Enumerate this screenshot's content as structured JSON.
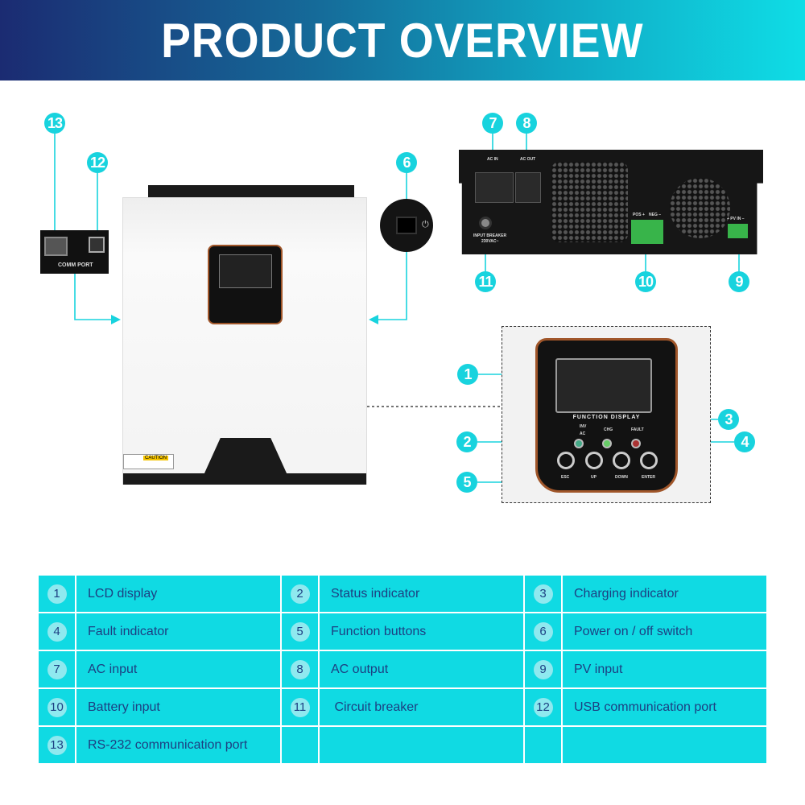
{
  "header": {
    "title": "PRODUCT OVERVIEW"
  },
  "colors": {
    "accent": "#18d3de",
    "table_bg": "#10dae3",
    "table_text": "#1d3f82",
    "header_start": "#1b2b72",
    "header_end": "#0fdde6"
  },
  "device": {
    "comm_port_label": "COMM PORT",
    "caution_label": "CAUTION",
    "rear_labels": {
      "ac_in": "AC IN",
      "ac_out": "AC OUT",
      "pos": "POS +",
      "neg": "NEG −",
      "pv_in": "+ PV IN −",
      "breaker": "INPUT BREAKER",
      "breaker_rating": "230VAC~"
    },
    "panel": {
      "title": "FUNCTION DISPLAY",
      "inv": "INV",
      "ac": "AC",
      "chg": "CHG",
      "fault": "FAULT",
      "buttons": [
        "ESC",
        "UP",
        "DOWN",
        "ENTER"
      ]
    }
  },
  "callouts": [
    "1",
    "2",
    "3",
    "4",
    "5",
    "6",
    "7",
    "8",
    "9",
    "10",
    "11",
    "12",
    "13"
  ],
  "legend": [
    {
      "n": "1",
      "label": "LCD display"
    },
    {
      "n": "2",
      "label": "Status indicator"
    },
    {
      "n": "3",
      "label": "Charging indicator"
    },
    {
      "n": "4",
      "label": "Fault indicator"
    },
    {
      "n": "5",
      "label": "Function buttons"
    },
    {
      "n": "6",
      "label": "Power on / off switch"
    },
    {
      "n": "7",
      "label": "AC input"
    },
    {
      "n": "8",
      "label": "AC output"
    },
    {
      "n": "9",
      "label": "PV input"
    },
    {
      "n": "10",
      "label": "Battery input"
    },
    {
      "n": "11",
      "label": " Circuit breaker"
    },
    {
      "n": "12",
      "label": "USB communication port"
    },
    {
      "n": "13",
      "label": "RS-232 communication port"
    }
  ]
}
